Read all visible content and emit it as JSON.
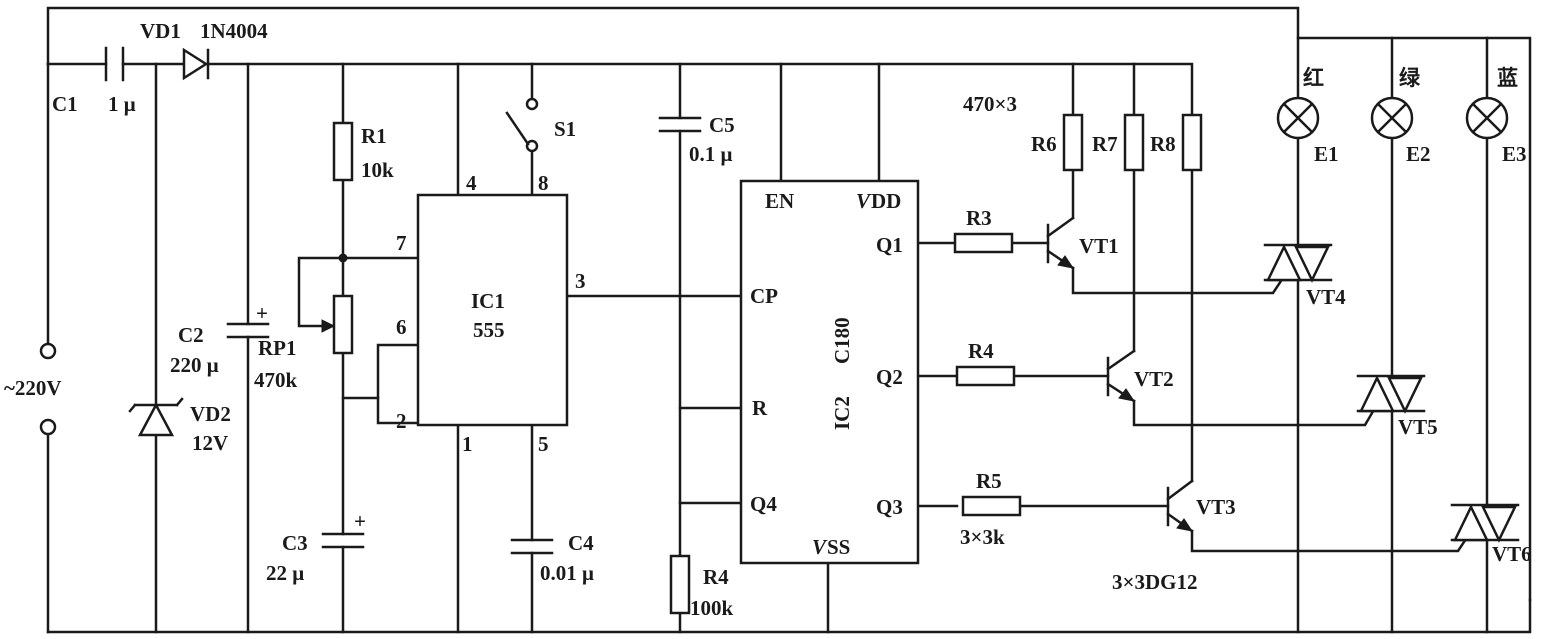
{
  "labels": {
    "vd1": "VD1",
    "vd1_part": "1N4004",
    "c1": "C1",
    "c1_value": "1 μ",
    "r1": "R1",
    "r1_value": "10k",
    "s1": "S1",
    "c5": "C5",
    "c5_value": "0.1 μ",
    "r678_value": "470×3",
    "r6": "R6",
    "r7": "R7",
    "r8": "R8",
    "lamp_red": "红",
    "lamp_green": "绿",
    "lamp_blue": "蓝",
    "e1": "E1",
    "e2": "E2",
    "e3": "E3",
    "pin4": "4",
    "pin8": "8",
    "pin7": "7",
    "pin6": "6",
    "pin2": "2",
    "pin3": "3",
    "pin1": "1",
    "pin5": "5",
    "ic1": "IC1",
    "ic1_type": "555",
    "en": "EN",
    "vdd_v": "V",
    "vdd_sub": "DD",
    "cp": "CP",
    "r": "R",
    "q4": "Q4",
    "vss_v": "V",
    "vss_sub": "SS",
    "q1": "Q1",
    "q2": "Q2",
    "q3": "Q3",
    "ic2": "IC2",
    "ic2_type": "C180",
    "r3": "R3",
    "r4_small": "R4",
    "r5": "R5",
    "r345_value": "3×3k",
    "vt1": "VT1",
    "vt2": "VT2",
    "vt3": "VT3",
    "vt4": "VT4",
    "vt5": "VT5",
    "vt6": "VT6",
    "transistor_type": "3×3DG12",
    "c2": "C2",
    "c2_value": "220 μ",
    "c2_plus": "+",
    "rp1": "RP1",
    "rp1_value": "470k",
    "vd2": "VD2",
    "vd2_value": "12V",
    "supply": "~220V",
    "c3": "C3",
    "c3_value": "22 μ",
    "c3_plus": "+",
    "c4": "C4",
    "c4_value": "0.01 μ",
    "r4": "R4",
    "r4_value": "100k"
  }
}
